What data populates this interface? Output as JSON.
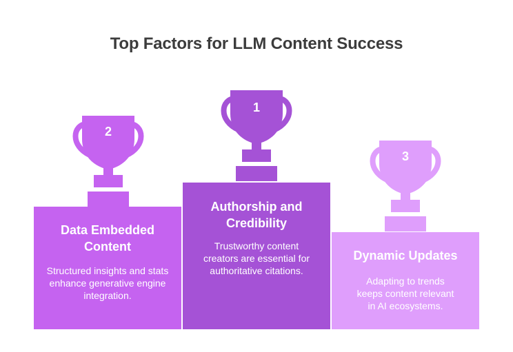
{
  "title": "Top Factors for LLM Content Success",
  "colors": {
    "rank_1": "#a552d6",
    "rank_2": "#c563f0",
    "rank_3": "#df9efc",
    "title_text": "#3c3c3c"
  },
  "podiums": [
    {
      "rank": "1",
      "heading": "Authorship and Credibility",
      "description": "Trustworthy content creators are essential for authoritative citations."
    },
    {
      "rank": "2",
      "heading": "Data Embedded Content",
      "description": "Structured insights and stats enhance generative engine integration."
    },
    {
      "rank": "3",
      "heading": "Dynamic Updates",
      "description": "Adapting to trends keeps content relevant in AI ecosystems."
    }
  ]
}
